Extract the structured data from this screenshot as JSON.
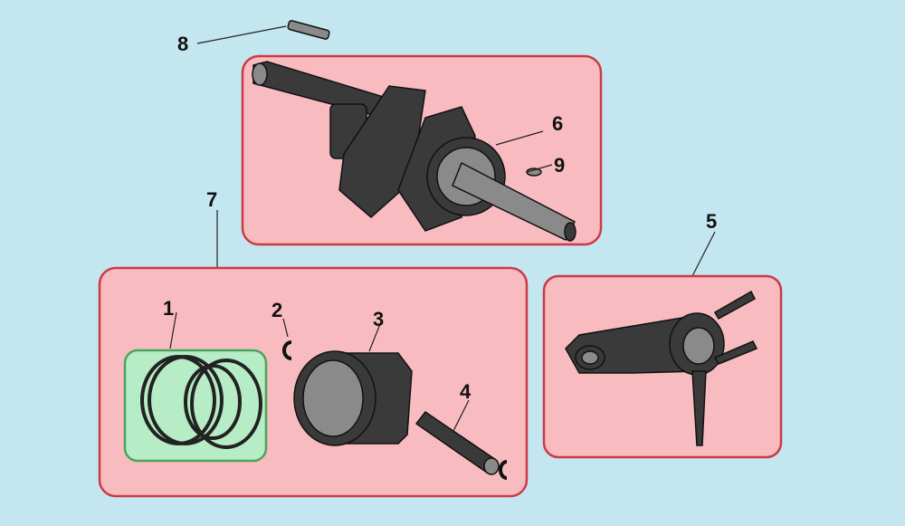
{
  "diagram": {
    "title": "Crankshaft and piston assembly exploded view",
    "callouts": {
      "piston_rings": "1",
      "piston_pin_clip": "2",
      "piston": "3",
      "piston_pin": "4",
      "connecting_rod": "5",
      "crankshaft": "6",
      "piston_assembly": "7",
      "key": "8",
      "woodruff_key": "9"
    },
    "colors": {
      "background": "#c4e6f0",
      "group_fill": "#f8bcc0",
      "group_border": "#cc3a44",
      "rings_fill": "#b6ecc6",
      "rings_border": "#4aa55a"
    }
  }
}
